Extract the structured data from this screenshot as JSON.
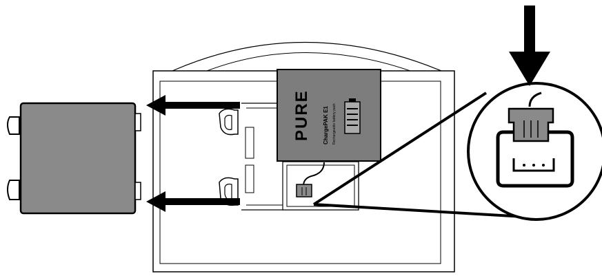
{
  "battery_pack": {
    "brand": "PURE",
    "model": "ChargePAK E1",
    "description": "Rechargeable battery pack"
  },
  "colors": {
    "pack_fill": "#8a8a8a",
    "outline": "#000000",
    "background": "#ffffff",
    "battery_block": "#7d7d7d"
  },
  "icons": {
    "battery": "battery-icon",
    "down_arrow": "down-arrow-icon",
    "left_arrows": "left-arrow-icon"
  }
}
